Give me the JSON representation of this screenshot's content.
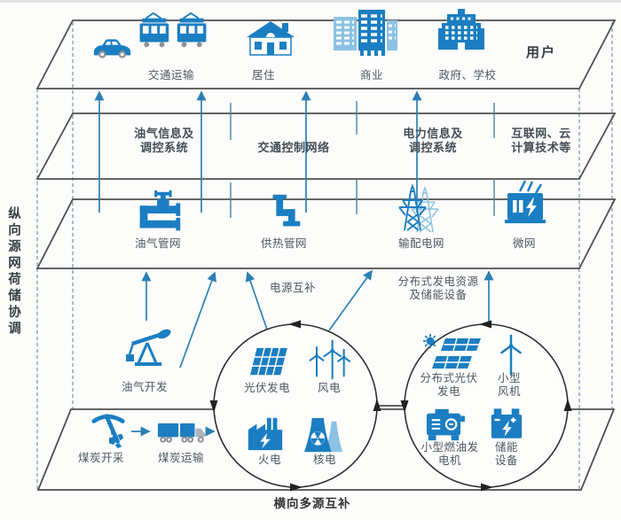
{
  "annotations": {
    "vertical_axis": "纵向源网荷储协调",
    "horizontal_axis": "横向多源互补",
    "power_complement": "电源互补",
    "distributed_resources": "分布式发电资源\n及储能设备"
  },
  "user_layer": {
    "title": "用户",
    "items": [
      "交通运输",
      "居住",
      "商业",
      "政府、学校"
    ]
  },
  "info_layer": {
    "items": [
      "油气信息及\n调控系统",
      "交通控制网络",
      "电力信息及\n调控系统",
      "互联网、云\n计算技术等"
    ]
  },
  "network_layer": {
    "items": [
      "油气管网",
      "供热管网",
      "输配电网",
      "微网"
    ]
  },
  "upstream": {
    "oil_gas_dev": "油气开发",
    "coal_mining": "煤炭开采",
    "coal_transport": "煤炭运输"
  },
  "central_generation": {
    "items": [
      "光伏发电",
      "风电",
      "火电",
      "核电"
    ]
  },
  "distributed_generation": {
    "items": [
      "分布式光伏\n发电",
      "小型\n风机",
      "小型燃油发\n电机",
      "储能\n设备"
    ]
  },
  "colors": {
    "icon_blue": "#1b7ec2",
    "icon_blue_light": "#8cc2e2",
    "arrow_blue": "#2c7fb5",
    "outline_dark": "#4f4f4f",
    "circle_outline": "#2f2f2f",
    "dashed_guide": "#7b9cb3",
    "wheel_gray": "#8e9196"
  }
}
